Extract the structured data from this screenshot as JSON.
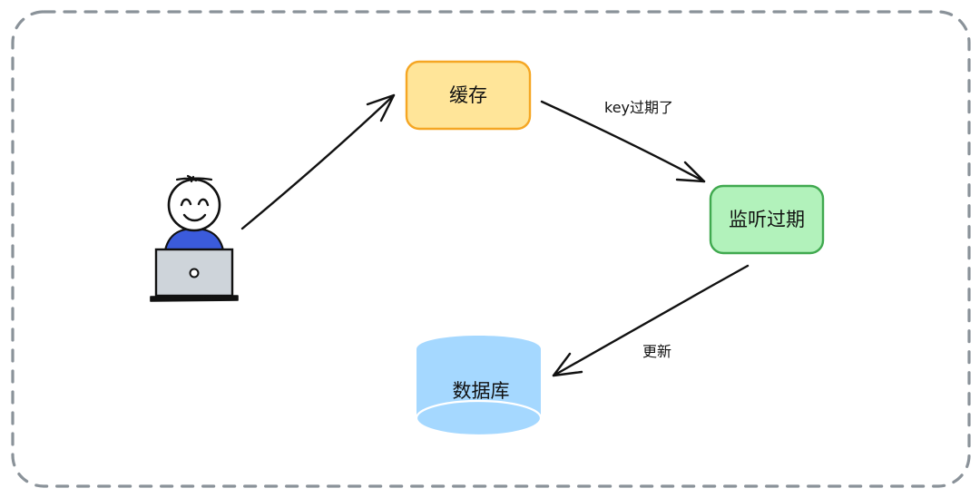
{
  "diagram": {
    "title": "",
    "colors": {
      "frame_stroke": "#8a9299",
      "cache_fill": "#ffe599",
      "cache_stroke": "#f5a623",
      "listener_fill": "#b2f2bb",
      "listener_stroke": "#40a94f",
      "db_fill": "#a5d8ff",
      "person_shirt": "#3b5bdb",
      "laptop_fill": "#ced4da",
      "line": "#111111"
    },
    "nodes": {
      "user": {
        "label": "",
        "icon": "user-at-laptop-icon"
      },
      "cache": {
        "label": "缓存"
      },
      "listener": {
        "label": "监听过期"
      },
      "database": {
        "label": "数据库"
      }
    },
    "edges": [
      {
        "from": "user",
        "to": "cache",
        "label": ""
      },
      {
        "from": "cache",
        "to": "listener",
        "label": "key过期了"
      },
      {
        "from": "listener",
        "to": "database",
        "label": "更新"
      }
    ]
  }
}
